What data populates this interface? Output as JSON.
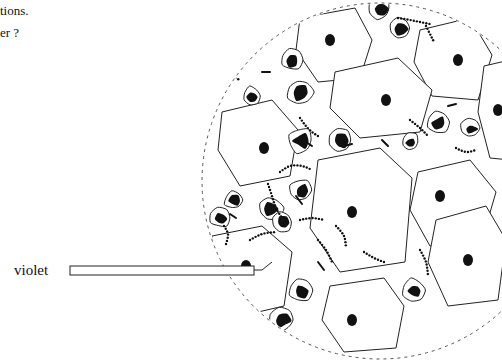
{
  "diagram": {
    "labels": [
      "tions.",
      "er ?",
      "violet"
    ]
  }
}
